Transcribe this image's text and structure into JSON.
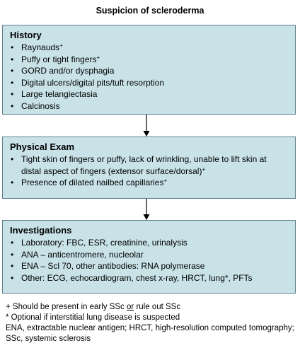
{
  "title": "Suspicion of scleroderma",
  "sections": [
    {
      "heading": "History",
      "items": [
        {
          "text": "Raynauds",
          "sup": "+"
        },
        {
          "text": "Puffy or tight fingers",
          "sup": "+"
        },
        {
          "text": "GORD and/or dysphagia",
          "sup": ""
        },
        {
          "text": "Digital ulcers/digital pits/tuft resorption",
          "sup": ""
        },
        {
          "text": "Large telangiectasia",
          "sup": ""
        },
        {
          "text": "Calcinosis",
          "sup": ""
        }
      ]
    },
    {
      "heading": "Physical Exam",
      "items": [
        {
          "text": "Tight skin of fingers or puffy, lack of wrinkling, unable to lift skin at distal aspect of fingers (extensor surface/dorsal)",
          "sup": "+"
        },
        {
          "text": "Presence of dilated nailbed capillaries",
          "sup": "+"
        }
      ]
    },
    {
      "heading": "Investigations",
      "items": [
        {
          "text": "Laboratory: FBC, ESR, creatinine, urinalysis",
          "sup": ""
        },
        {
          "text": "ANA – anticentromere, nucleolar",
          "sup": ""
        },
        {
          "text": "ENA – Scl 70, other antibodies: RNA  polymerase",
          "sup": ""
        },
        {
          "text": "Other: ECG, echocardiogram, chest x-ray, HRCT, lung*, PFTs",
          "sup": ""
        }
      ]
    }
  ],
  "footnotes": {
    "plus_a": "+ Should be present in early SSc ",
    "plus_or": "or",
    "plus_b": " rule out SSc",
    "star": "* Optional if interstitial lung disease is suspected",
    "abbrev": "ENA, extractable nuclear antigen; HRCT, high-resolution computed tomography; SSc, systemic sclerosis"
  },
  "colors": {
    "box_fill": "#c8e2e8",
    "box_border": "#5b7f8a",
    "arrow": "#000000"
  }
}
